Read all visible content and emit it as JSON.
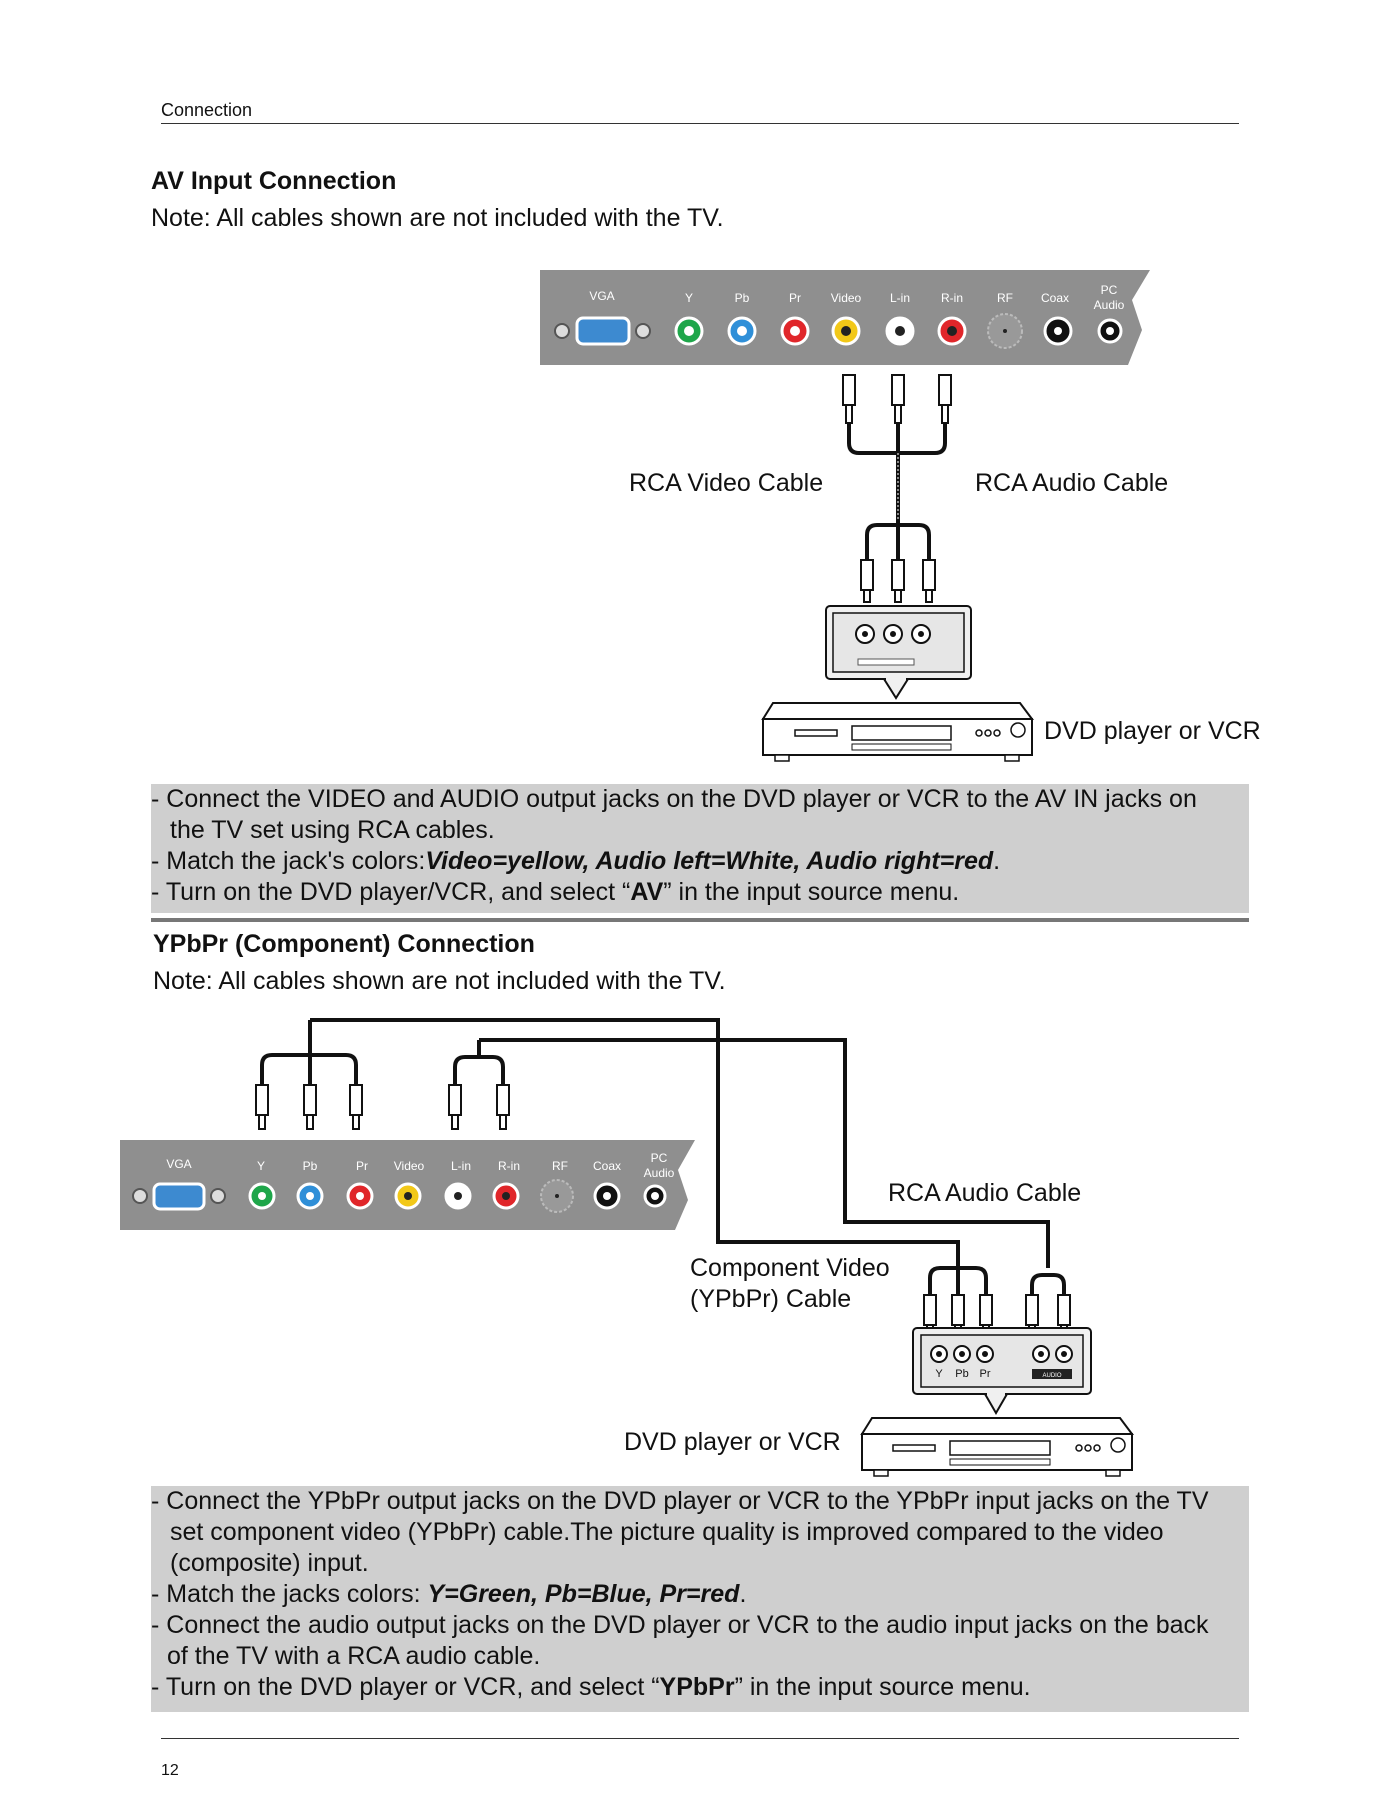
{
  "header": {
    "section": "Connection"
  },
  "av": {
    "title": "AV Input Connection",
    "note": "Note: All cables shown are not included with the TV.",
    "panel_labels": [
      "VGA",
      "Y",
      "Pb",
      "Pr",
      "Video",
      "L-in",
      "R-in",
      "RF",
      "Coax",
      "PC",
      "Audio"
    ],
    "labels": {
      "video_cable": "RCA Video Cable",
      "audio_cable": "RCA Audio Cable",
      "device": "DVD player or VCR"
    },
    "instructions": {
      "line1": "- Connect the VIDEO and AUDIO output jacks on the DVD player or VCR to the AV IN jacks on",
      "line1b": "the TV set using RCA cables.",
      "line2_prefix": "- Match the jack's colors:",
      "line2_emph": "Video=yellow, Audio left=White, Audio right=red",
      "line2_suffix": ".",
      "line3_prefix": "- Turn on the DVD player/VCR, and select “",
      "line3_bold": "AV",
      "line3_suffix": "” in the input source menu."
    }
  },
  "ypbpr": {
    "title": "YPbPr (Component) Connection",
    "note": "Note: All cables shown are not included with the TV.",
    "panel_labels": [
      "VGA",
      "Y",
      "Pb",
      "Pr",
      "Video",
      "L-in",
      "R-in",
      "RF",
      "Coax",
      "PC",
      "Audio"
    ],
    "device_jack_labels": [
      "Y",
      "Pb",
      "Pr"
    ],
    "device_audio_label": "AUDIO",
    "labels": {
      "audio_cable": "RCA Audio Cable",
      "component_cable_1": "Component Video",
      "component_cable_2": "(YPbPr) Cable",
      "device": "DVD player or VCR"
    },
    "instructions": {
      "line1": "- Connect the YPbPr output jacks on the DVD player or VCR to the YPbPr input jacks on the TV",
      "line1b": "set component video (YPbPr) cable.The picture quality is improved compared to the video",
      "line1c": "(composite) input.",
      "line2_prefix": "- Match the jacks colors: ",
      "line2_emph": "Y=Green, Pb=Blue, Pr=red",
      "line2_suffix": ".",
      "line3": "- Connect the audio output jacks on the DVD player or VCR to the audio input jacks on the back",
      "line3b": "of the TV with a RCA audio cable.",
      "line4_prefix": "- Turn on the DVD player or VCR, and select “",
      "line4_bold": "YPbPr",
      "line4_suffix": "” in the input source menu."
    }
  },
  "footer": {
    "page_number": "12"
  },
  "colors": {
    "panel": "#8f8f8f",
    "instruction_bg": "#cfcfcf",
    "jack_green": "#1ea64a",
    "jack_blue": "#2f8fd8",
    "jack_red": "#e0262a",
    "jack_yellow": "#f2c818",
    "jack_white": "#ffffff",
    "jack_black": "#111111"
  }
}
